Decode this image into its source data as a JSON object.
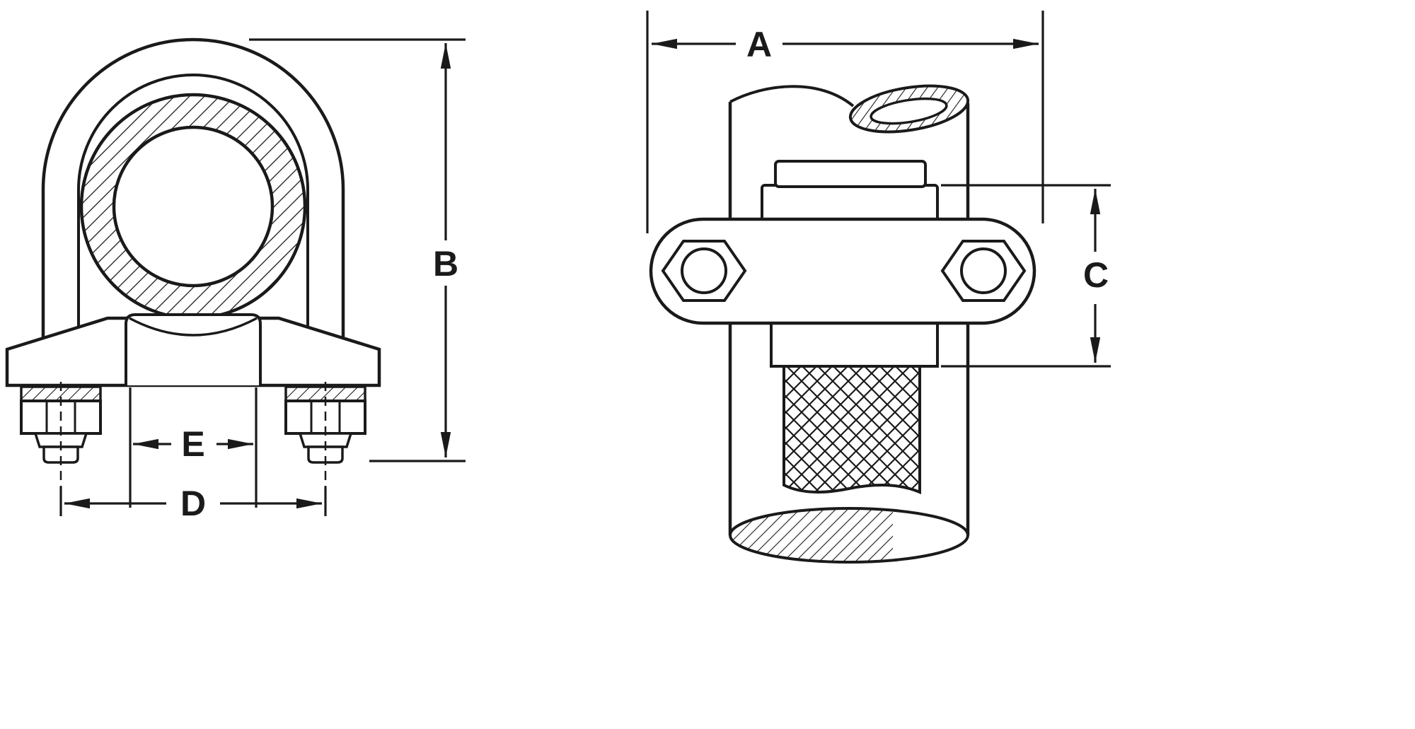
{
  "colors": {
    "ink": "#1a1a1a",
    "paper": "#ffffff"
  },
  "dimension_labels": {
    "a": "A",
    "b": "B",
    "c": "C",
    "d": "D",
    "e": "E"
  }
}
